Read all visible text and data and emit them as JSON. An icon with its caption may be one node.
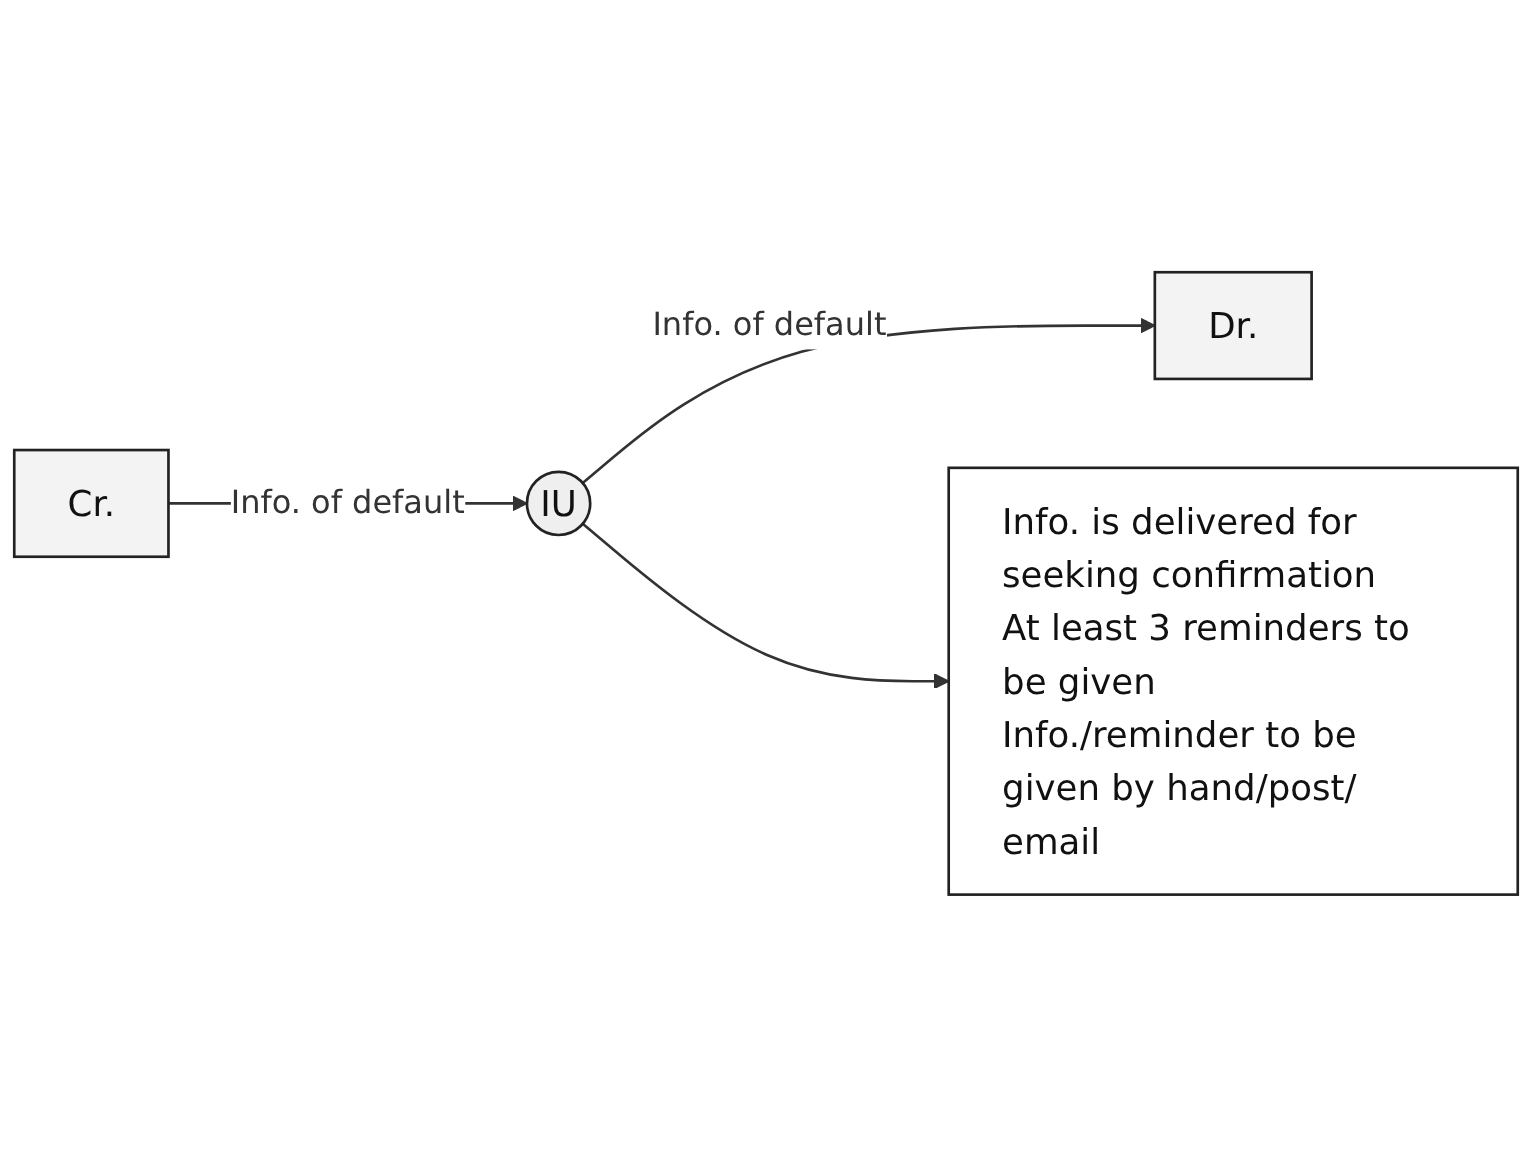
{
  "diagram": {
    "nodes": [
      {
        "text": [
          "Cr."
        ]
      },
      {
        "text": [
          "IU"
        ]
      },
      {
        "text": [
          "Dr."
        ]
      },
      {
        "text": [
          "Info. is delivered for seeking confirmation",
          "At least 3 reminders to be given",
          "Info./reminder to be given by hand/post/ email"
        ]
      }
    ],
    "edges": [
      {
        "from": 0,
        "to": 1,
        "arrow": "to",
        "label": "Info. of default"
      },
      {
        "from": 1,
        "to": 2,
        "arrow": "to",
        "label": "Info. of default"
      },
      {
        "from": 1,
        "to": 3,
        "arrow": "to"
      }
    ]
  }
}
